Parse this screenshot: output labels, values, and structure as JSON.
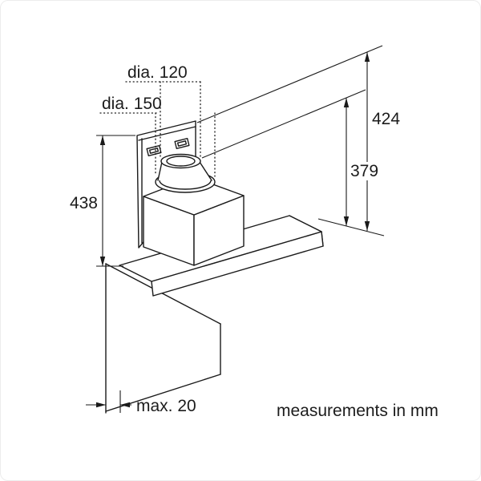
{
  "page": {
    "background": "#ffffff",
    "border_color": "#ececec",
    "line_color": "#1a1a1a"
  },
  "diagram": {
    "type": "appliance-dimension-drawing",
    "subject": "wall-mounted cooker hood",
    "unit_note": "measurements in mm",
    "labels": {
      "duct_diameter_small": "dia. 120",
      "duct_diameter_large": "dia. 150",
      "back_panel_height": "438",
      "total_height": "424",
      "collar_height": "379",
      "wall_gap": "max. 20"
    },
    "dimensions_mm": {
      "duct_diameter_small": 120,
      "duct_diameter_large": 150,
      "back_panel_height": 438,
      "total_height": 424,
      "collar_height": 379,
      "wall_gap_max": 20
    }
  }
}
